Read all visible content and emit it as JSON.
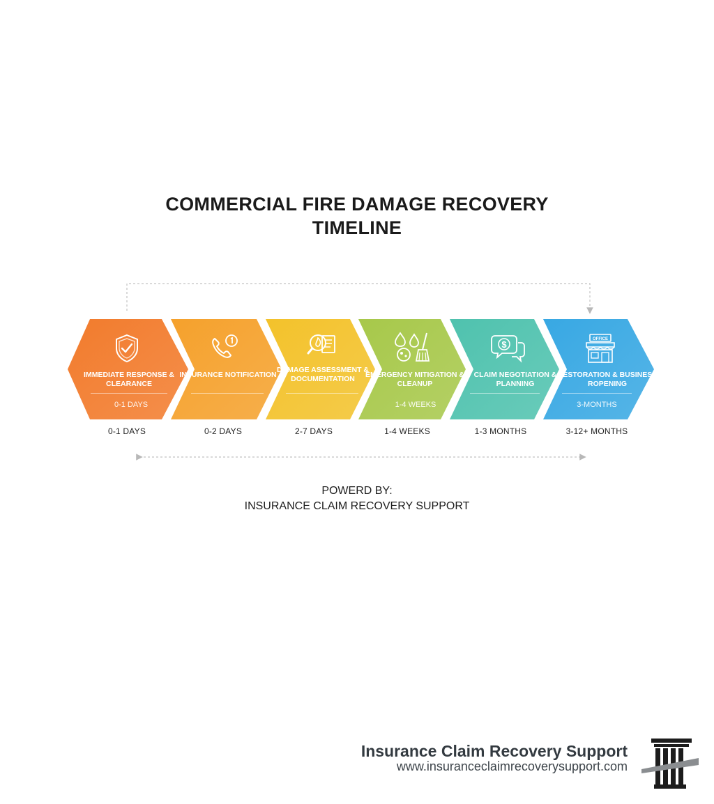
{
  "title": {
    "line1": "COMMERCIAL FIRE DAMAGE RECOVERY",
    "line2": "TIMELINE"
  },
  "steps": [
    {
      "label": "IMMEDIATE RESPONSE & CLEARANCE",
      "inner": "0-1 DAYS",
      "duration": "0-1 DAYS",
      "icon": "shield-check-icon",
      "color": "#f27b2c"
    },
    {
      "label": "INSURANCE NOTIFICATION",
      "inner": "",
      "duration": "0-2 DAYS",
      "icon": "phone-icon",
      "color": "#f5a12c"
    },
    {
      "label": "DAMAGE ASSESSMENT & DOCUMENTATION",
      "inner": "",
      "duration": "2-7 DAYS",
      "icon": "magnifier-document-icon",
      "color": "#f3c22b"
    },
    {
      "label": "EMERGENCY MITIGATION & CLEANUP",
      "inner": "1-4 WEEKS",
      "duration": "1-4 WEEKS",
      "icon": "water-broom-icon",
      "color": "#a7c84a"
    },
    {
      "label": "CLAIM NEGOTIATION & PLANNING",
      "inner": "",
      "duration": "1-3 MONTHS",
      "icon": "dollar-chat-icon",
      "color": "#4fc2ae"
    },
    {
      "label": "RESTORATION & BUSINESS ROPENING",
      "inner": "3-MONTHS",
      "duration": "3-12+ MONTHS",
      "icon": "storefront-icon",
      "color": "#38a8e3"
    }
  ],
  "powered": {
    "line1": "POWERD BY:",
    "line2": "INSURANCE CLAIM RECOVERY SUPPORT"
  },
  "brand": {
    "name": "Insurance Claim Recovery Support",
    "url": "www.insuranceclaimrecoverysupport.com",
    "logo": "column-logo-icon",
    "logo_sign_text": "OFFICE"
  }
}
